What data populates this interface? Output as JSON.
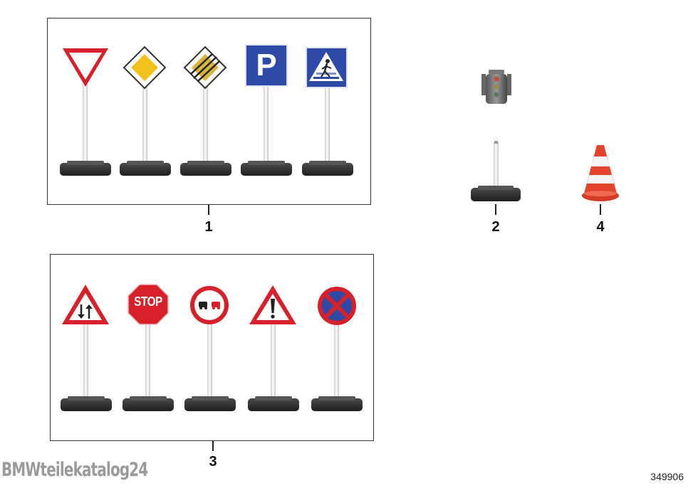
{
  "callouts": {
    "group1": "1",
    "item2": "2",
    "group3": "3",
    "item4": "4"
  },
  "signs": {
    "parking_letter": "P",
    "stop_text": "STOP"
  },
  "watermark": "BMWteilekatalog24",
  "diagram_id": "349906",
  "colors": {
    "sign_red": "#d8202a",
    "priority_yellow": "#f2c21b",
    "sign_blue": "#2e4aa8",
    "base_dark": "#2f2f2f",
    "cone_orange": "#e4442c"
  }
}
